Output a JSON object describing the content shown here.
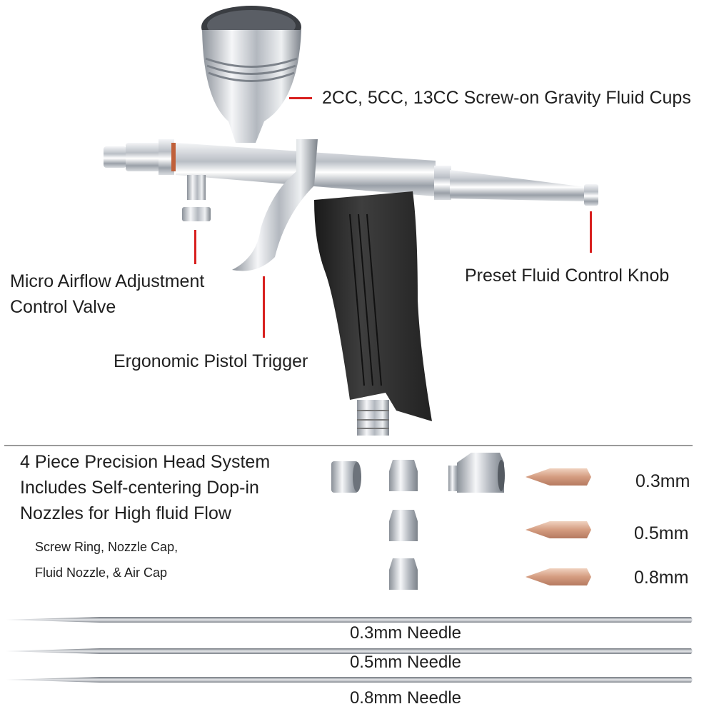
{
  "callouts": {
    "fluid_cups": "2CC, 5CC, 13CC Screw-on Gravity Fluid Cups",
    "preset_knob": "Preset Fluid Control Knob",
    "airflow_line1": "Micro Airflow Adjustment",
    "airflow_line2": "Control Valve",
    "trigger": "Ergonomic Pistol Trigger"
  },
  "head_system": {
    "title_lines": [
      "4 Piece Precision Head System",
      "Includes Self-centering Dop-in",
      "Nozzles for High fluid Flow"
    ],
    "parts_lines": [
      "Screw Ring, Nozzle Cap,",
      "Fluid Nozzle,  & Air Cap"
    ],
    "nozzle_sizes": [
      "0.3mm",
      "0.5mm",
      "0.8mm"
    ]
  },
  "needles": [
    "0.3mm Needle",
    "0.5mm Needle",
    "0.8mm Needle"
  ],
  "colors": {
    "callout_line": "#d8201f",
    "chrome": "#c9cdd2",
    "grip": "#2b2b2b",
    "brass_nozzle": "#d9a98f"
  }
}
